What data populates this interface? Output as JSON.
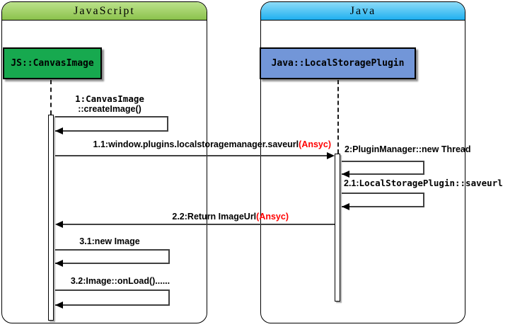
{
  "frames": [
    {
      "title": "JavaScript"
    },
    {
      "title": "Java"
    }
  ],
  "objects": [
    {
      "label": "JS::CanvasImage"
    },
    {
      "label": "Java::LocalStoragePlugin"
    }
  ],
  "messages": {
    "m1": {
      "line1": "1:CanvasImage",
      "line2": "::createImage()"
    },
    "m1_1": {
      "text": "1.1:window.plugins.localstoragemanager.saveurl",
      "suffix": "(Ansyc)"
    },
    "m2": {
      "text": "2:PluginManager::new Thread"
    },
    "m2_1": {
      "prefix": "2.1:",
      "name": "LocalStoragePlugin::saveurl"
    },
    "m2_2": {
      "text": "2.2:Return ImageUrl",
      "suffix": "(Ansyc)"
    },
    "m3_1": {
      "text": "3.1:new Image"
    },
    "m3_2": {
      "text": "3.2:Image::onLoad()......"
    }
  },
  "colors": {
    "js_header_top": "#bce28b",
    "js_header_bottom": "#8bc24c",
    "java_header_top": "#8edcf8",
    "java_header_bottom": "#1fb0f0",
    "js_object_fill": "#17a94f",
    "java_object_fill": "#7296d8",
    "async_label_red": "#ff0000",
    "message_line": "#404040"
  }
}
